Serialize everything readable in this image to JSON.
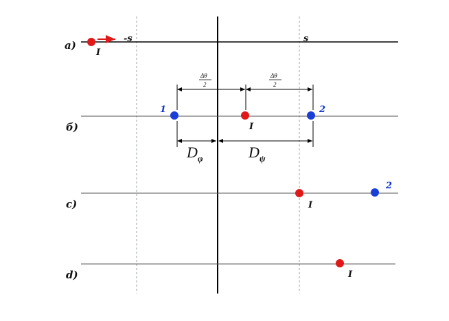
{
  "rows": {
    "a": "a)",
    "b": "б)",
    "c": "c)",
    "d": "d)"
  },
  "axis_labels": {
    "minus_s": "-s",
    "s": "s"
  },
  "points": {
    "I": "I",
    "one": "1",
    "two": "2"
  },
  "dimensions": {
    "half_delta_theta_num": "Δθ",
    "half_delta_theta_den": "2",
    "D": "D",
    "phi": "φ",
    "psi": "ψ"
  },
  "colors": {
    "red": "#e01818",
    "blue": "#1a3fd8",
    "line": "#000000",
    "thin_line": "#555555",
    "dashed": "#9aa0a6"
  }
}
